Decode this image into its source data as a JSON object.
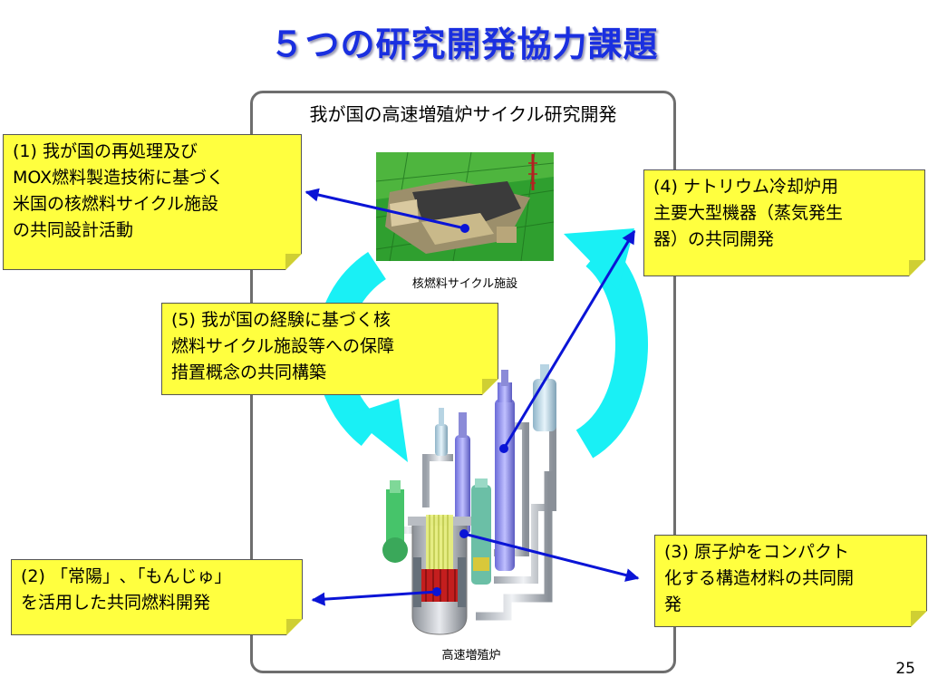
{
  "slide": {
    "title": "５つの研究開発協力課題",
    "frame_title": "我が国の高速増殖炉サイクル研究開発",
    "page_number": "25"
  },
  "captions": {
    "fuel_facility": "核燃料サイクル施設",
    "reactor": "高速増殖炉"
  },
  "notes": [
    {
      "id": 1,
      "lines": [
        "(1) 我が国の再処理及び",
        "MOX燃料製造技術に基づく",
        "米国の核燃料サイクル施設",
        "の共同設計活動"
      ]
    },
    {
      "id": 2,
      "lines": [
        "(2) 「常陽」､「もんじゅ」",
        "を活用した共同燃料開発"
      ]
    },
    {
      "id": 3,
      "lines": [
        "(3) 原子炉をコンパクト",
        "化する構造材料の共同開",
        "発"
      ]
    },
    {
      "id": 4,
      "lines": [
        "(4) ナトリウム冷却炉用",
        "主要大型機器（蒸気発生",
        "器）の共同開発"
      ]
    },
    {
      "id": 5,
      "lines": [
        "(5) 我が国の経験に基づく核",
        "燃料サイクル施設等への保障",
        "措置概念の共同構築"
      ]
    }
  ],
  "colors": {
    "title": "#1a2fe0",
    "note_fill": "#ffff3f",
    "arrow": "#0a14d6",
    "cycle_arrow": "#19f0f5"
  }
}
